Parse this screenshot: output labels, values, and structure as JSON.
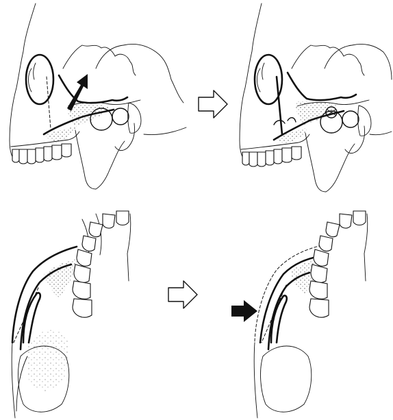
{
  "figure": {
    "background": "#ffffff",
    "ink_color": "#111111",
    "panels": [
      {
        "id": "top-left",
        "view": "lateral",
        "stage": "before",
        "cue": "upward-arrow-icon"
      },
      {
        "id": "top-right",
        "view": "lateral",
        "stage": "after",
        "cue": "fixation-screw-icon"
      },
      {
        "id": "bottom-left",
        "view": "axial",
        "stage": "before",
        "cue": "none"
      },
      {
        "id": "bottom-right",
        "view": "axial",
        "stage": "after",
        "cue": "medial-arrow-icon"
      }
    ],
    "transition_icon": "hollow-right-arrow-icon"
  }
}
